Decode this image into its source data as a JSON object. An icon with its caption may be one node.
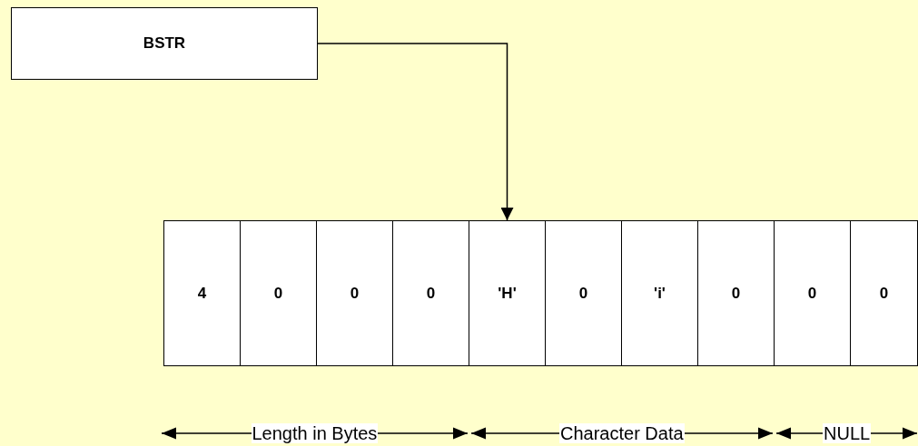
{
  "diagram": {
    "nodes": [
      {
        "text": [
          "BSTR"
        ]
      },
      {
        "text": [
          "4"
        ]
      },
      {
        "text": [
          "0"
        ]
      },
      {
        "text": [
          "0"
        ]
      },
      {
        "text": [
          "0"
        ]
      },
      {
        "text": [
          "'H'"
        ]
      },
      {
        "text": [
          "0"
        ]
      },
      {
        "text": [
          "'i'"
        ]
      },
      {
        "text": [
          "0"
        ]
      },
      {
        "text": [
          "0"
        ]
      },
      {
        "text": [
          "0"
        ]
      }
    ],
    "edges": [
      {
        "from": 0,
        "to": 5,
        "arrow": "to"
      }
    ],
    "labels": [
      "Length in Bytes",
      "Character Data",
      "NULL"
    ]
  }
}
